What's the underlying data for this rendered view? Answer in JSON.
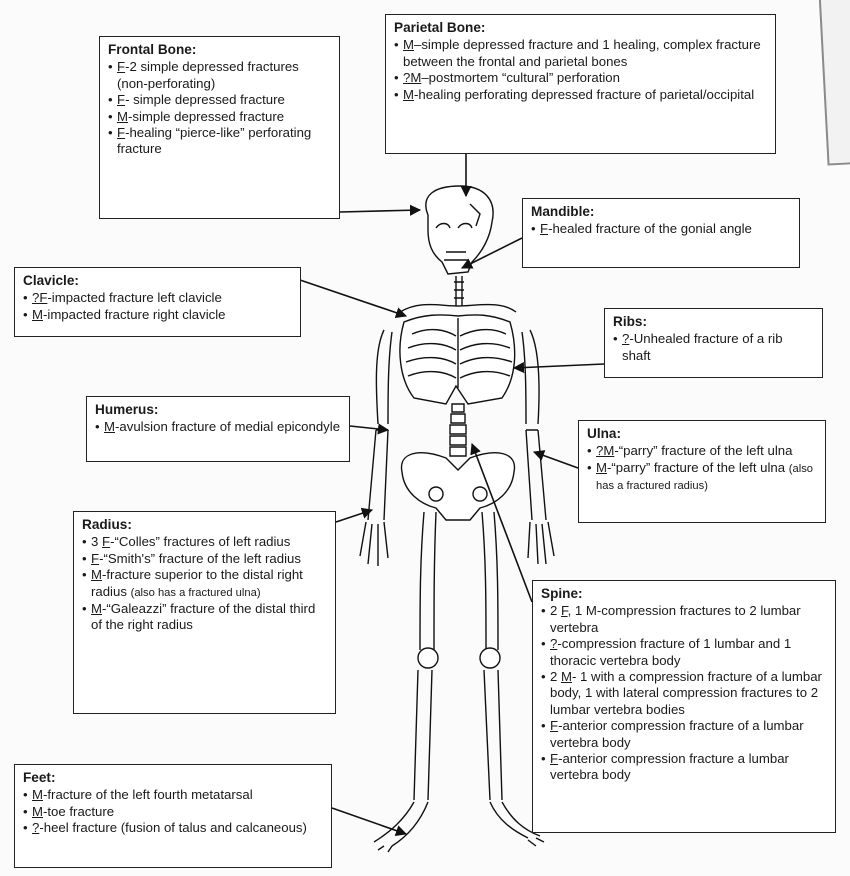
{
  "boxes": {
    "frontal": {
      "title": "Frontal Bone:",
      "items": [
        {
          "code": "F",
          "text": "-2 simple depressed fractures (non-perforating)",
          "note": ""
        },
        {
          "code": "F",
          "text": "- simple depressed fracture",
          "note": ""
        },
        {
          "code": "M",
          "text": "-simple depressed fracture",
          "note": ""
        },
        {
          "code": "F",
          "text": "-healing “pierce-like” perforating fracture",
          "note": ""
        }
      ]
    },
    "parietal": {
      "title": "Parietal Bone:",
      "items": [
        {
          "code": "M",
          "text": "–simple depressed fracture and 1 healing, complex fracture between the frontal and parietal bones",
          "note": ""
        },
        {
          "code": "?M",
          "text": "–postmortem “cultural” perforation",
          "note": ""
        },
        {
          "code": "M",
          "text": "-healing perforating depressed fracture of parietal/occipital",
          "note": ""
        }
      ]
    },
    "mandible": {
      "title": "Mandible:",
      "items": [
        {
          "code": "F",
          "text": "-healed fracture of the gonial angle",
          "note": ""
        }
      ]
    },
    "clavicle": {
      "title": "Clavicle:",
      "items": [
        {
          "code": "?F",
          "text": "-impacted fracture left clavicle",
          "note": ""
        },
        {
          "code": "M",
          "text": "-impacted fracture right clavicle",
          "note": ""
        }
      ]
    },
    "ribs": {
      "title": "Ribs:",
      "items": [
        {
          "code": "?",
          "text": "-Unhealed fracture of a rib shaft",
          "note": ""
        }
      ]
    },
    "humerus": {
      "title": "Humerus:",
      "items": [
        {
          "code": "M",
          "text": "-avulsion fracture of medial epicondyle",
          "note": ""
        }
      ]
    },
    "ulna": {
      "title": "Ulna:",
      "items": [
        {
          "code": "?M",
          "text": "-“parry” fracture of the left ulna",
          "note": ""
        },
        {
          "code": "M",
          "text": "-“parry” fracture of the left ulna ",
          "note": "(also has a fractured radius)"
        }
      ]
    },
    "radius": {
      "title": "Radius:",
      "items": [
        {
          "prefix": "3 ",
          "code": "F",
          "text": "-“Colles” fractures of left radius",
          "note": ""
        },
        {
          "code": "F",
          "text": "-“Smith's” fracture of the left radius",
          "note": ""
        },
        {
          "code": "M",
          "text": "-fracture superior to the distal right radius ",
          "note": "(also has a fractured ulna)"
        },
        {
          "code": "M",
          "text": "-“Galeazzi” fracture of the distal third of the right radius",
          "note": ""
        }
      ]
    },
    "spine": {
      "title": "Spine:",
      "items": [
        {
          "prefix": "2 ",
          "code": "F",
          "text": ", 1 M-compression fractures to 2 lumbar vertebra",
          "note": ""
        },
        {
          "code": "?",
          "text": "-compression fracture of 1 lumbar and 1 thoracic vertebra body",
          "note": ""
        },
        {
          "prefix": "2 ",
          "code": "M",
          "text": "- 1 with a compression fracture of a lumbar body, 1 with lateral compression fractures to 2 lumbar vertebra bodies",
          "note": ""
        },
        {
          "code": "F",
          "text": "-anterior compression fracture of a lumbar vertebra body",
          "note": ""
        },
        {
          "code": "F",
          "text": "-anterior compression fracture a lumbar vertebra body",
          "note": ""
        }
      ]
    },
    "feet": {
      "title": "Feet:",
      "items": [
        {
          "code": "M",
          "text": "-fracture of the left fourth metatarsal",
          "note": ""
        },
        {
          "code": "M",
          "text": "-toe fracture",
          "note": ""
        },
        {
          "code": "?",
          "text": "-heel fracture (fusion of talus and calcaneous)",
          "note": ""
        }
      ]
    }
  }
}
